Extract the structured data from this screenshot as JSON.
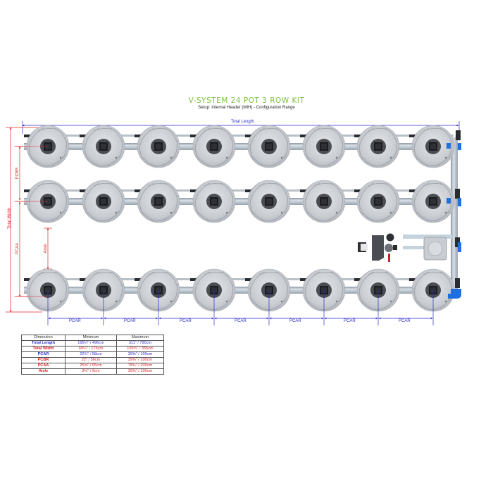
{
  "header": {
    "title": "V-SYSTEM 24 POT 3 ROW KIT",
    "subtitle": "Setup: Internal Header (MIH) - Configuration Range"
  },
  "dimensions": {
    "total_length": "Total Length",
    "total_width": "Total Width",
    "pcbr": "PCBR",
    "pcaa": "PCAA",
    "aisle": "Aisle",
    "pcar": "PCAR"
  },
  "layout": {
    "rows": 3,
    "pots_per_row": 8,
    "total_pots": 24
  },
  "colors": {
    "title_green": "#7cc242",
    "dimension_blue": "#2c2cc8",
    "dimension_red": "#e0262b",
    "pipe_grey": "#aab4be",
    "fitting_blue": "#1f6fe0"
  },
  "spec_table": {
    "headers": [
      "Dimension",
      "Minimum",
      "Maximum"
    ],
    "rows": [
      {
        "dimension": "Total Length",
        "min": "195¼\" / 496cm",
        "max": "311\" / 790cm",
        "color": "blue"
      },
      {
        "dimension": "Total Width",
        "min": "69¼\" / 176cm",
        "max": "139¾\" / 355cm",
        "color": "red"
      },
      {
        "dimension": "PCAR",
        "min": "22¾\" / 58cm",
        "max": "39⅜\" / 100cm",
        "color": "blue"
      },
      {
        "dimension": "PCBR",
        "min": "22\" / 56cm",
        "max": "39⅜\" / 100cm",
        "color": "red"
      },
      {
        "dimension": "PCAA",
        "min": "25⅝\" / 65cm",
        "max": "78¾\" / 200cm",
        "color": "red"
      },
      {
        "dimension": "Aisle",
        "min": "3½\" / 9cm",
        "max": "39⅜\" / 100cm",
        "color": "red"
      }
    ]
  }
}
